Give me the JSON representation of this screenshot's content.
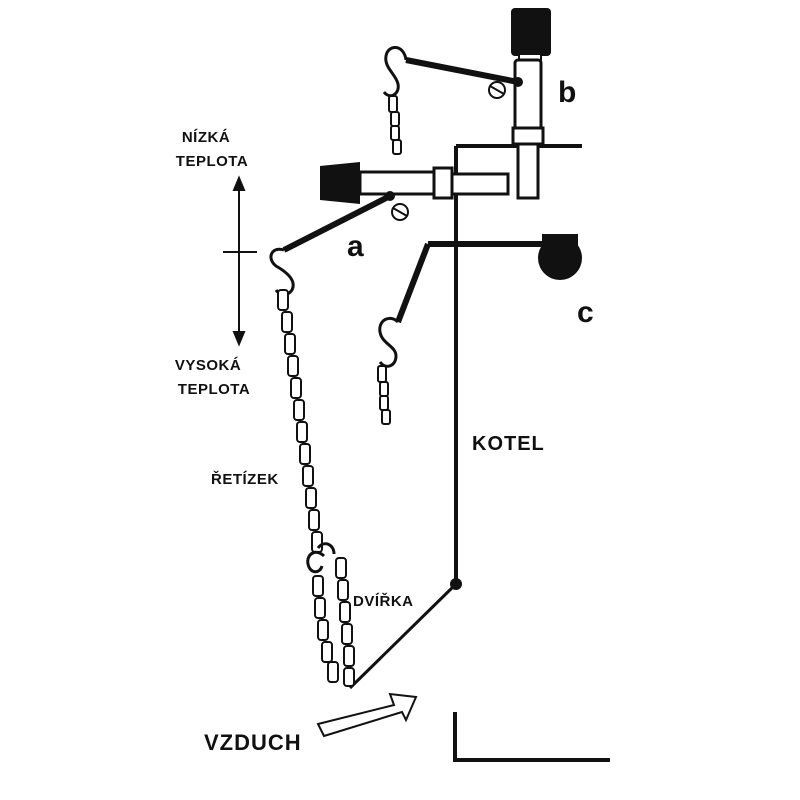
{
  "labels": {
    "low_temp_line1": "NÍZKÁ",
    "low_temp_line2": "TEPLOTA",
    "high_temp_line1": "VYSOKÁ",
    "high_temp_line2": "TEPLOTA",
    "a": "a",
    "b": "b",
    "c": "c",
    "kotel": "KOTEL",
    "retizek": "ŘETÍZEK",
    "dvirka": "DVÍŘKA",
    "vzduch": "VZDUCH"
  },
  "colors": {
    "ink": "#111111",
    "background": "#ffffff"
  }
}
